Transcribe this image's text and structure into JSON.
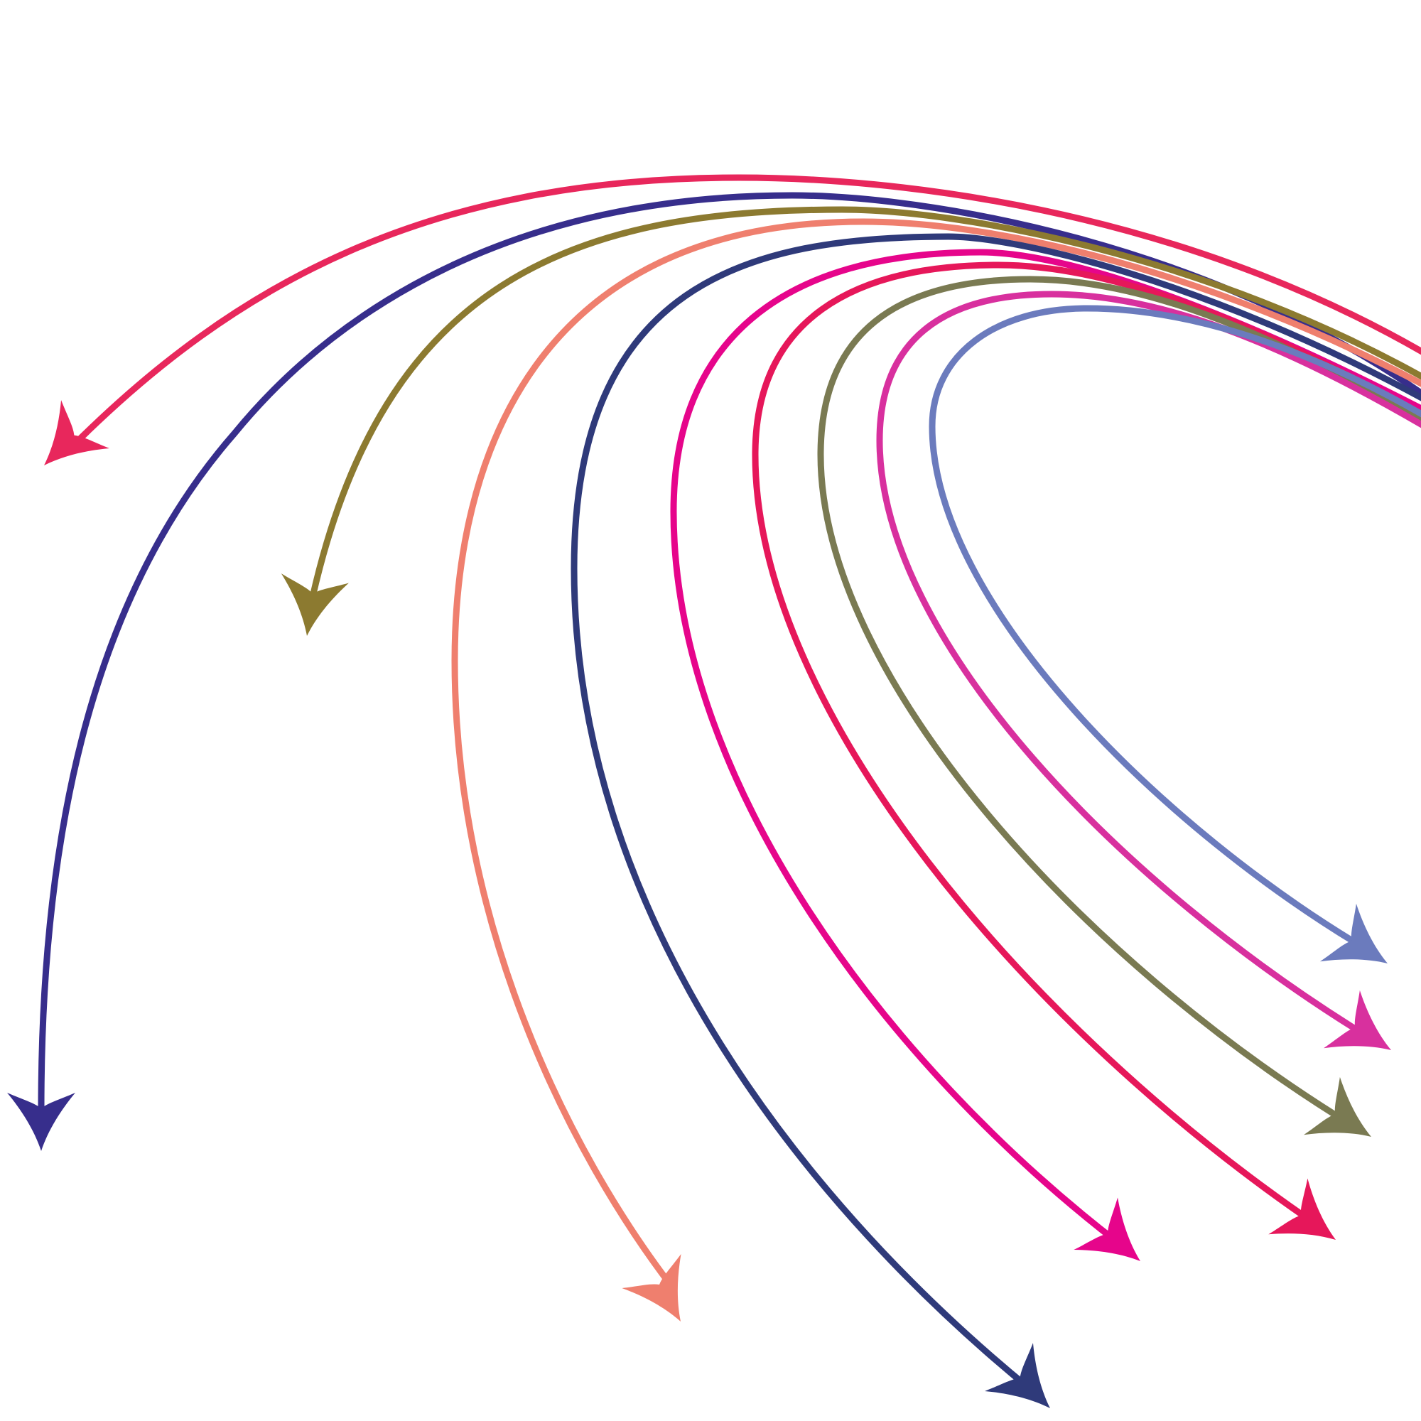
{
  "background": "#ffffff",
  "arrows": [
    {
      "name": "curved-arrow-crimson",
      "color": "#e8275c"
    },
    {
      "name": "curved-arrow-indigo",
      "color": "#372e8c"
    },
    {
      "name": "curved-arrow-olive",
      "color": "#8c7a30"
    },
    {
      "name": "curved-arrow-salmon",
      "color": "#ef7f6e"
    },
    {
      "name": "curved-arrow-navy",
      "color": "#2f3a7a"
    },
    {
      "name": "curved-arrow-magenta",
      "color": "#e6058b"
    },
    {
      "name": "curved-arrow-red-pink",
      "color": "#e6175a"
    },
    {
      "name": "curved-arrow-khaki",
      "color": "#7a7a52"
    },
    {
      "name": "curved-arrow-orchid",
      "color": "#d8309e"
    },
    {
      "name": "curved-arrow-periwinkle",
      "color": "#6b7bbd"
    }
  ]
}
